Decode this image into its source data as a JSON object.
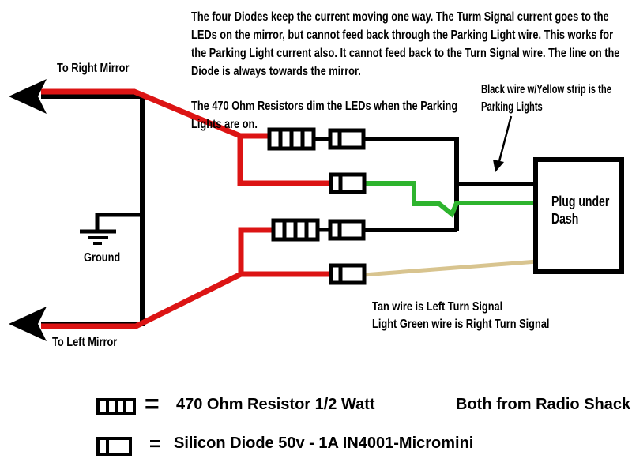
{
  "colors": {
    "red": "#dc1414",
    "green": "#2eb42e",
    "tan": "#d8c48f",
    "black": "#000000",
    "background": "#ffffff"
  },
  "notes": {
    "diodes": {
      "lines": [
        "The four Diodes keep the current moving one way. The Turm Signal current goes to the",
        "LEDs on the mirror, but cannot feed back through the Parking Light wire. This works for",
        "the Parking Light current also. It cannot feed back to the Turn Signal wire. The line on the",
        "Diode is always towards the mirror."
      ]
    },
    "resistors": {
      "lines": [
        "The 470 Ohm Resistors dim the LEDs when the Parking",
        "Lights are on."
      ]
    },
    "parking": {
      "lines": [
        "Black wire w/Yellow strip is the",
        "Parking Lights"
      ]
    },
    "signals": {
      "lines": [
        "Tan wire is Left Turn Signal",
        "Light Green wire is Right Turn Signal"
      ]
    }
  },
  "labels": {
    "to_right_mirror": "To Right Mirror",
    "to_left_mirror": "To Left Mirror",
    "ground": "Ground",
    "plug_line1": "Plug under",
    "plug_line2": "Dash"
  },
  "legend": {
    "resistor_equals": "=",
    "resistor_text": "470 Ohm Resistor 1/2 Watt",
    "diode_equals": "=",
    "diode_text": "Silicon Diode 50v - 1A IN4001-Micromini",
    "source_text": "Both from Radio Shack"
  }
}
